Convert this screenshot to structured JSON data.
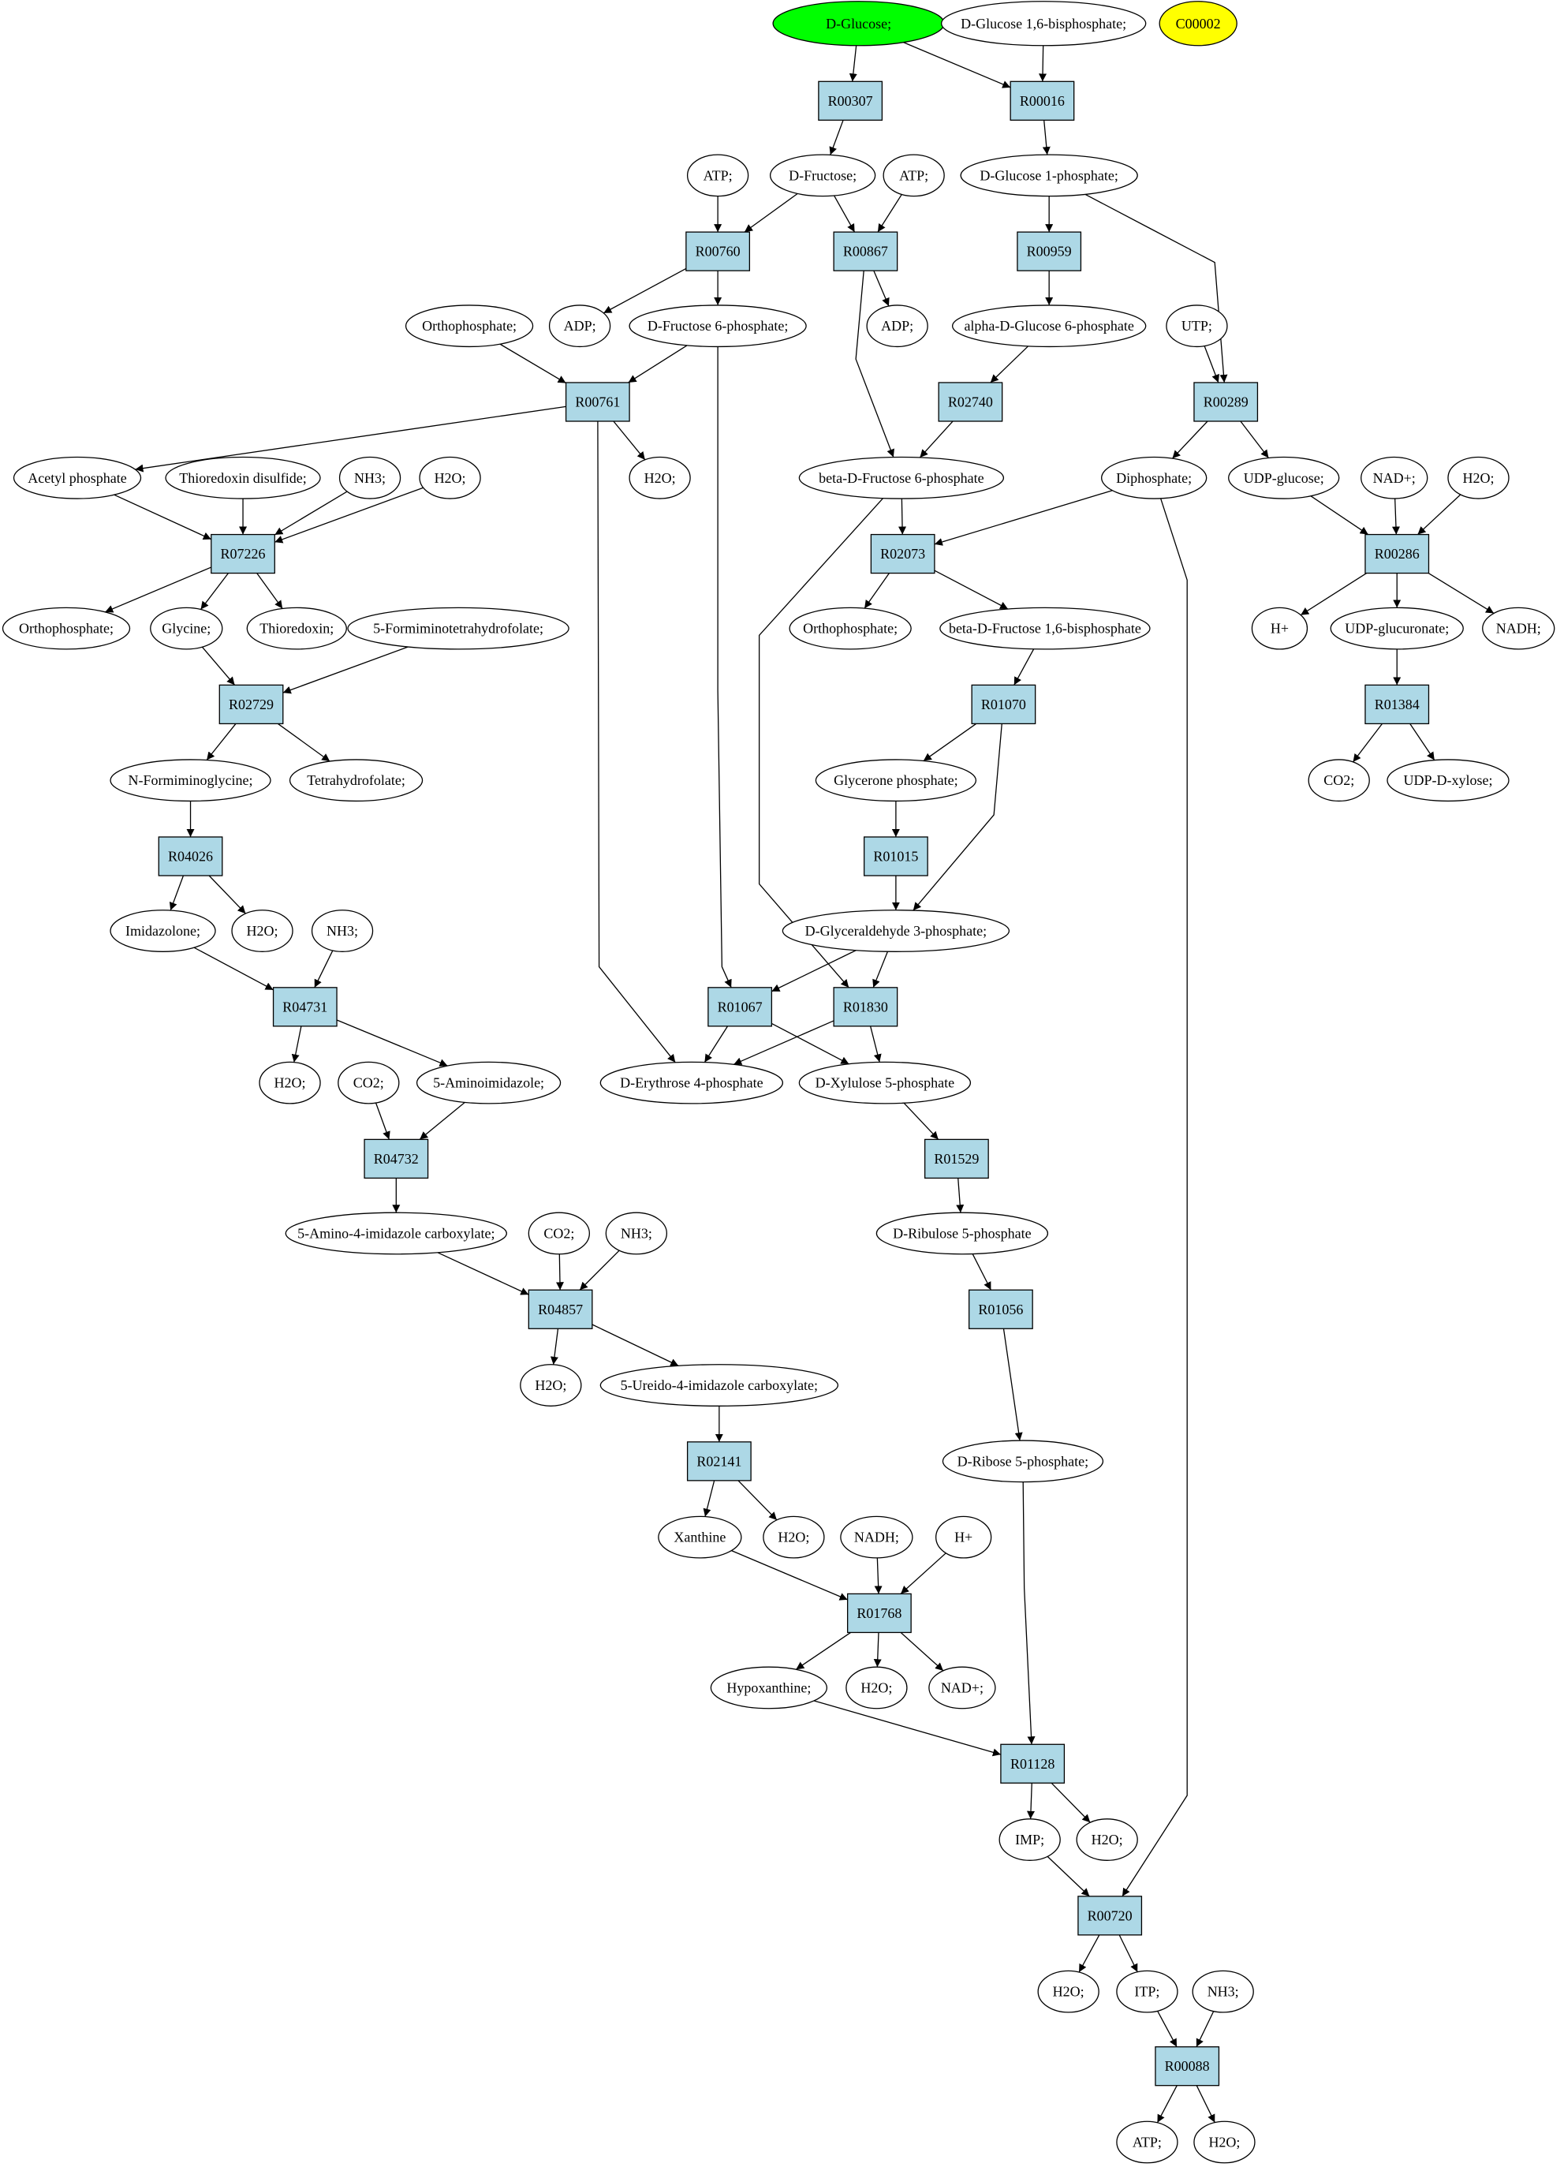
{
  "colors": {
    "start": "#00ff00",
    "reference": "#ffff00",
    "reaction": "#add8e6",
    "compound": "#ffffff",
    "stroke": "#000000"
  },
  "nodes": [
    {
      "id": "c_glc",
      "label": "D-Glucose;",
      "kind": "start"
    },
    {
      "id": "c_g16bp",
      "label": "D-Glucose 1,6-bisphosphate;",
      "kind": "compound"
    },
    {
      "id": "c_c00002",
      "label": "C00002",
      "kind": "reference"
    },
    {
      "id": "r_R00307",
      "label": "R00307",
      "kind": "reaction"
    },
    {
      "id": "r_R00016",
      "label": "R00016",
      "kind": "reaction"
    },
    {
      "id": "c_atp1",
      "label": "ATP;",
      "kind": "compound"
    },
    {
      "id": "c_fru",
      "label": "D-Fructose;",
      "kind": "compound"
    },
    {
      "id": "c_atp2",
      "label": "ATP;",
      "kind": "compound"
    },
    {
      "id": "c_g1p",
      "label": "D-Glucose 1-phosphate;",
      "kind": "compound"
    },
    {
      "id": "r_R00760",
      "label": "R00760",
      "kind": "reaction"
    },
    {
      "id": "r_R00867",
      "label": "R00867",
      "kind": "reaction"
    },
    {
      "id": "r_R00959",
      "label": "R00959",
      "kind": "reaction"
    },
    {
      "id": "c_pi1",
      "label": "Orthophosphate;",
      "kind": "compound"
    },
    {
      "id": "c_adp1",
      "label": "ADP;",
      "kind": "compound"
    },
    {
      "id": "c_f6p",
      "label": "D-Fructose 6-phosphate;",
      "kind": "compound"
    },
    {
      "id": "c_adp2",
      "label": "ADP;",
      "kind": "compound"
    },
    {
      "id": "c_ag6p",
      "label": "alpha-D-Glucose 6-phosphate",
      "kind": "compound"
    },
    {
      "id": "c_utp",
      "label": "UTP;",
      "kind": "compound"
    },
    {
      "id": "r_R00761",
      "label": "R00761",
      "kind": "reaction"
    },
    {
      "id": "r_R02740",
      "label": "R02740",
      "kind": "reaction"
    },
    {
      "id": "r_R00289",
      "label": "R00289",
      "kind": "reaction"
    },
    {
      "id": "c_acp",
      "label": "Acetyl phosphate",
      "kind": "compound"
    },
    {
      "id": "c_trxss",
      "label": "Thioredoxin disulfide;",
      "kind": "compound"
    },
    {
      "id": "c_nh3a",
      "label": "NH3;",
      "kind": "compound"
    },
    {
      "id": "c_h2oa",
      "label": "H2O;",
      "kind": "compound"
    },
    {
      "id": "c_h2ob",
      "label": "H2O;",
      "kind": "compound"
    },
    {
      "id": "c_bf6p",
      "label": "beta-D-Fructose 6-phosphate",
      "kind": "compound"
    },
    {
      "id": "c_ppi",
      "label": "Diphosphate;",
      "kind": "compound"
    },
    {
      "id": "c_udpglc",
      "label": "UDP-glucose;",
      "kind": "compound"
    },
    {
      "id": "c_nad1",
      "label": "NAD+;",
      "kind": "compound"
    },
    {
      "id": "c_h2oc",
      "label": "H2O;",
      "kind": "compound"
    },
    {
      "id": "r_R07226",
      "label": "R07226",
      "kind": "reaction"
    },
    {
      "id": "r_R02073",
      "label": "R02073",
      "kind": "reaction"
    },
    {
      "id": "r_R00286",
      "label": "R00286",
      "kind": "reaction"
    },
    {
      "id": "c_pi2",
      "label": "Orthophosphate;",
      "kind": "compound"
    },
    {
      "id": "c_gly",
      "label": "Glycine;",
      "kind": "compound"
    },
    {
      "id": "c_trx",
      "label": "Thioredoxin;",
      "kind": "compound"
    },
    {
      "id": "c_fthf",
      "label": "5-Formiminotetrahydrofolate;",
      "kind": "compound"
    },
    {
      "id": "c_pi3",
      "label": "Orthophosphate;",
      "kind": "compound"
    },
    {
      "id": "c_fbp",
      "label": "beta-D-Fructose 1,6-bisphosphate",
      "kind": "compound"
    },
    {
      "id": "c_h1",
      "label": "H+",
      "kind": "compound"
    },
    {
      "id": "c_udpgla",
      "label": "UDP-glucuronate;",
      "kind": "compound"
    },
    {
      "id": "c_nadh1",
      "label": "NADH;",
      "kind": "compound"
    },
    {
      "id": "r_R02729",
      "label": "R02729",
      "kind": "reaction"
    },
    {
      "id": "r_R01070",
      "label": "R01070",
      "kind": "reaction"
    },
    {
      "id": "r_R01384",
      "label": "R01384",
      "kind": "reaction"
    },
    {
      "id": "c_nfg",
      "label": "N-Formiminoglycine;",
      "kind": "compound"
    },
    {
      "id": "c_thf",
      "label": "Tetrahydrofolate;",
      "kind": "compound"
    },
    {
      "id": "c_dhap",
      "label": "Glycerone phosphate;",
      "kind": "compound"
    },
    {
      "id": "c_co2a",
      "label": "CO2;",
      "kind": "compound"
    },
    {
      "id": "c_udpxyl",
      "label": "UDP-D-xylose;",
      "kind": "compound"
    },
    {
      "id": "r_R04026",
      "label": "R04026",
      "kind": "reaction"
    },
    {
      "id": "r_R01015",
      "label": "R01015",
      "kind": "reaction"
    },
    {
      "id": "c_imz",
      "label": "Imidazolone;",
      "kind": "compound"
    },
    {
      "id": "c_h2od",
      "label": "H2O;",
      "kind": "compound"
    },
    {
      "id": "c_nh3b",
      "label": "NH3;",
      "kind": "compound"
    },
    {
      "id": "c_gap",
      "label": "D-Glyceraldehyde 3-phosphate;",
      "kind": "compound"
    },
    {
      "id": "r_R04731",
      "label": "R04731",
      "kind": "reaction"
    },
    {
      "id": "r_R01067",
      "label": "R01067",
      "kind": "reaction"
    },
    {
      "id": "r_R01830",
      "label": "R01830",
      "kind": "reaction"
    },
    {
      "id": "c_h2oe",
      "label": "H2O;",
      "kind": "compound"
    },
    {
      "id": "c_co2b",
      "label": "CO2;",
      "kind": "compound"
    },
    {
      "id": "c_ai",
      "label": "5-Aminoimidazole;",
      "kind": "compound"
    },
    {
      "id": "c_e4p",
      "label": "D-Erythrose 4-phosphate",
      "kind": "compound"
    },
    {
      "id": "c_xu5p",
      "label": "D-Xylulose 5-phosphate",
      "kind": "compound"
    },
    {
      "id": "r_R04732",
      "label": "R04732",
      "kind": "reaction"
    },
    {
      "id": "r_R01529",
      "label": "R01529",
      "kind": "reaction"
    },
    {
      "id": "c_aic",
      "label": "5-Amino-4-imidazole carboxylate;",
      "kind": "compound"
    },
    {
      "id": "c_co2c",
      "label": "CO2;",
      "kind": "compound"
    },
    {
      "id": "c_nh3c",
      "label": "NH3;",
      "kind": "compound"
    },
    {
      "id": "c_ru5p",
      "label": "D-Ribulose 5-phosphate",
      "kind": "compound"
    },
    {
      "id": "r_R04857",
      "label": "R04857",
      "kind": "reaction"
    },
    {
      "id": "r_R01056",
      "label": "R01056",
      "kind": "reaction"
    },
    {
      "id": "c_h2of",
      "label": "H2O;",
      "kind": "compound"
    },
    {
      "id": "c_uic",
      "label": "5-Ureido-4-imidazole carboxylate;",
      "kind": "compound"
    },
    {
      "id": "c_r5p",
      "label": "D-Ribose 5-phosphate;",
      "kind": "compound"
    },
    {
      "id": "r_R02141",
      "label": "R02141",
      "kind": "reaction"
    },
    {
      "id": "c_xan",
      "label": "Xanthine",
      "kind": "compound"
    },
    {
      "id": "c_h2og",
      "label": "H2O;",
      "kind": "compound"
    },
    {
      "id": "c_nadh2",
      "label": "NADH;",
      "kind": "compound"
    },
    {
      "id": "c_h2",
      "label": "H+",
      "kind": "compound"
    },
    {
      "id": "r_R01768",
      "label": "R01768",
      "kind": "reaction"
    },
    {
      "id": "c_hyp",
      "label": "Hypoxanthine;",
      "kind": "compound"
    },
    {
      "id": "c_h2oh",
      "label": "H2O;",
      "kind": "compound"
    },
    {
      "id": "c_nad2",
      "label": "NAD+;",
      "kind": "compound"
    },
    {
      "id": "r_R01128",
      "label": "R01128",
      "kind": "reaction"
    },
    {
      "id": "c_imp",
      "label": "IMP;",
      "kind": "compound"
    },
    {
      "id": "c_h2oi",
      "label": "H2O;",
      "kind": "compound"
    },
    {
      "id": "r_R00720",
      "label": "R00720",
      "kind": "reaction"
    },
    {
      "id": "c_h2oj",
      "label": "H2O;",
      "kind": "compound"
    },
    {
      "id": "c_itp",
      "label": "ITP;",
      "kind": "compound"
    },
    {
      "id": "c_nh3d",
      "label": "NH3;",
      "kind": "compound"
    },
    {
      "id": "r_R00088",
      "label": "R00088",
      "kind": "reaction"
    },
    {
      "id": "c_atp3",
      "label": "ATP;",
      "kind": "compound"
    },
    {
      "id": "c_h2ok",
      "label": "H2O;",
      "kind": "compound"
    }
  ],
  "edges": [
    [
      "c_glc",
      "r_R00307"
    ],
    [
      "c_glc",
      "r_R00016"
    ],
    [
      "c_g16bp",
      "r_R00016"
    ],
    [
      "r_R00307",
      "c_fru"
    ],
    [
      "r_R00016",
      "c_g1p"
    ],
    [
      "c_atp1",
      "r_R00760"
    ],
    [
      "c_fru",
      "r_R00760"
    ],
    [
      "c_fru",
      "r_R00867"
    ],
    [
      "c_atp2",
      "r_R00867"
    ],
    [
      "c_g1p",
      "r_R00959"
    ],
    [
      "c_g1p",
      "r_R00289"
    ],
    [
      "r_R00760",
      "c_adp1"
    ],
    [
      "r_R00760",
      "c_f6p"
    ],
    [
      "r_R00867",
      "c_adp2"
    ],
    [
      "r_R00867",
      "c_bf6p"
    ],
    [
      "r_R00959",
      "c_ag6p"
    ],
    [
      "c_pi1",
      "r_R00761"
    ],
    [
      "c_f6p",
      "r_R00761"
    ],
    [
      "c_f6p",
      "r_R01067"
    ],
    [
      "c_ag6p",
      "r_R02740"
    ],
    [
      "c_utp",
      "r_R00289"
    ],
    [
      "r_R00761",
      "c_acp"
    ],
    [
      "r_R00761",
      "c_h2ob"
    ],
    [
      "r_R00761",
      "c_e4p"
    ],
    [
      "r_R02740",
      "c_bf6p"
    ],
    [
      "r_R00289",
      "c_ppi"
    ],
    [
      "r_R00289",
      "c_udpglc"
    ],
    [
      "c_acp",
      "r_R07226"
    ],
    [
      "c_trxss",
      "r_R07226"
    ],
    [
      "c_nh3a",
      "r_R07226"
    ],
    [
      "c_h2oa",
      "r_R07226"
    ],
    [
      "c_bf6p",
      "r_R02073"
    ],
    [
      "c_bf6p",
      "r_R01830"
    ],
    [
      "c_ppi",
      "r_R02073"
    ],
    [
      "c_ppi",
      "r_R00720"
    ],
    [
      "c_udpglc",
      "r_R00286"
    ],
    [
      "c_nad1",
      "r_R00286"
    ],
    [
      "c_h2oc",
      "r_R00286"
    ],
    [
      "r_R07226",
      "c_pi2"
    ],
    [
      "r_R07226",
      "c_gly"
    ],
    [
      "r_R07226",
      "c_trx"
    ],
    [
      "r_R02073",
      "c_pi3"
    ],
    [
      "r_R02073",
      "c_fbp"
    ],
    [
      "r_R00286",
      "c_h1"
    ],
    [
      "r_R00286",
      "c_udpgla"
    ],
    [
      "r_R00286",
      "c_nadh1"
    ],
    [
      "c_gly",
      "r_R02729"
    ],
    [
      "c_fthf",
      "r_R02729"
    ],
    [
      "c_fbp",
      "r_R01070"
    ],
    [
      "c_udpgla",
      "r_R01384"
    ],
    [
      "r_R02729",
      "c_nfg"
    ],
    [
      "r_R02729",
      "c_thf"
    ],
    [
      "r_R01070",
      "c_dhap"
    ],
    [
      "r_R01070",
      "c_gap"
    ],
    [
      "r_R01384",
      "c_co2a"
    ],
    [
      "r_R01384",
      "c_udpxyl"
    ],
    [
      "c_nfg",
      "r_R04026"
    ],
    [
      "c_dhap",
      "r_R01015"
    ],
    [
      "r_R04026",
      "c_imz"
    ],
    [
      "r_R04026",
      "c_h2od"
    ],
    [
      "r_R01015",
      "c_gap"
    ],
    [
      "c_imz",
      "r_R04731"
    ],
    [
      "c_nh3b",
      "r_R04731"
    ],
    [
      "c_gap",
      "r_R01067"
    ],
    [
      "c_gap",
      "r_R01830"
    ],
    [
      "r_R04731",
      "c_h2oe"
    ],
    [
      "r_R04731",
      "c_ai"
    ],
    [
      "r_R01067",
      "c_e4p"
    ],
    [
      "r_R01067",
      "c_xu5p"
    ],
    [
      "r_R01830",
      "c_e4p"
    ],
    [
      "r_R01830",
      "c_xu5p"
    ],
    [
      "c_co2b",
      "r_R04732"
    ],
    [
      "c_ai",
      "r_R04732"
    ],
    [
      "c_xu5p",
      "r_R01529"
    ],
    [
      "r_R04732",
      "c_aic"
    ],
    [
      "r_R01529",
      "c_ru5p"
    ],
    [
      "c_aic",
      "r_R04857"
    ],
    [
      "c_co2c",
      "r_R04857"
    ],
    [
      "c_nh3c",
      "r_R04857"
    ],
    [
      "c_ru5p",
      "r_R01056"
    ],
    [
      "r_R04857",
      "c_h2of"
    ],
    [
      "r_R04857",
      "c_uic"
    ],
    [
      "r_R01056",
      "c_r5p"
    ],
    [
      "c_uic",
      "r_R02141"
    ],
    [
      "r_R02141",
      "c_xan"
    ],
    [
      "r_R02141",
      "c_h2og"
    ],
    [
      "c_xan",
      "r_R01768"
    ],
    [
      "c_nadh2",
      "r_R01768"
    ],
    [
      "c_h2",
      "r_R01768"
    ],
    [
      "r_R01768",
      "c_hyp"
    ],
    [
      "r_R01768",
      "c_h2oh"
    ],
    [
      "r_R01768",
      "c_nad2"
    ],
    [
      "c_hyp",
      "r_R01128"
    ],
    [
      "c_r5p",
      "r_R01128"
    ],
    [
      "r_R01128",
      "c_imp"
    ],
    [
      "r_R01128",
      "c_h2oi"
    ],
    [
      "c_imp",
      "r_R00720"
    ],
    [
      "r_R00720",
      "c_h2oj"
    ],
    [
      "r_R00720",
      "c_itp"
    ],
    [
      "c_itp",
      "r_R00088"
    ],
    [
      "c_nh3d",
      "r_R00088"
    ],
    [
      "r_R00088",
      "c_atp3"
    ],
    [
      "r_R00088",
      "c_h2ok"
    ]
  ]
}
